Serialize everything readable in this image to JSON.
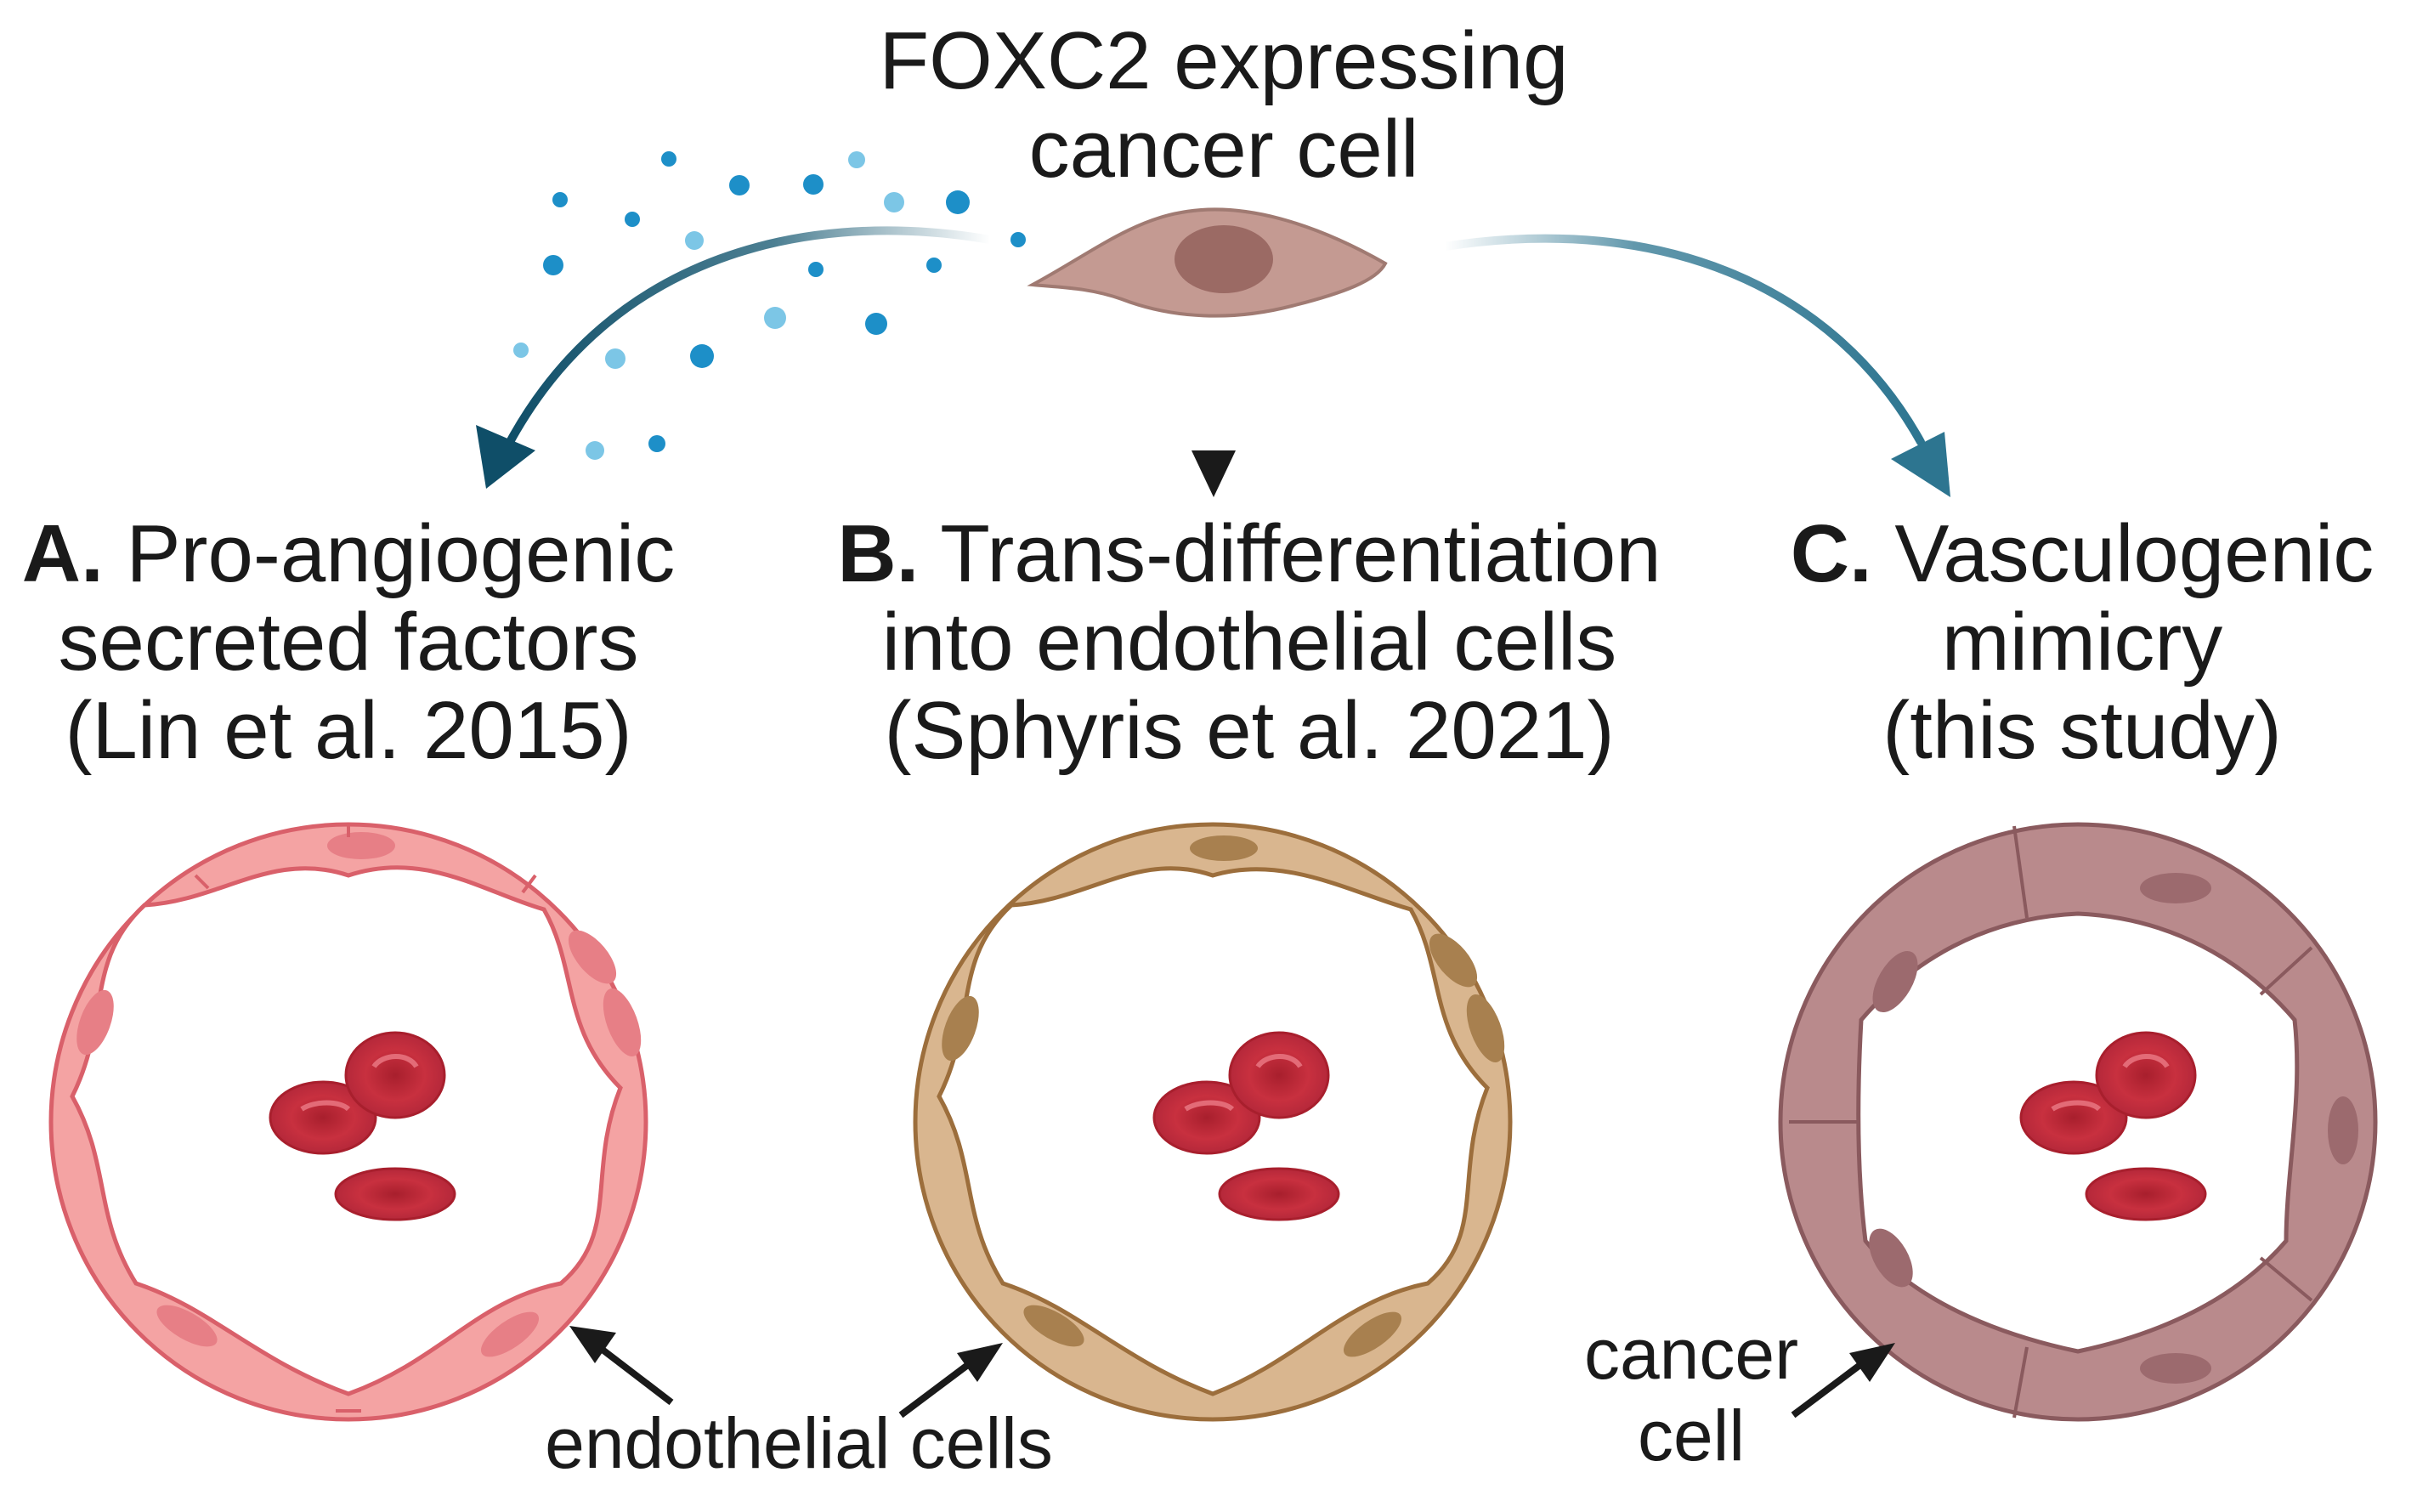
{
  "title": {
    "line1": "FOXC2 expressing",
    "line2": "cancer cell"
  },
  "panels": [
    {
      "letter": "A.",
      "line1": "Pro-angiogenic",
      "line2": "secreted factors",
      "line3": "(Lin et al. 2015)"
    },
    {
      "letter": "B.",
      "line1": "Trans-differentiation",
      "line2": "into endothelial cells",
      "line3": "(Sphyris et al. 2021)"
    },
    {
      "letter": "C.",
      "line1": "Vasculogenic",
      "line2": "mimicry",
      "line3": "(this study)"
    }
  ],
  "annotations": {
    "endothelial": "endothelial cells",
    "cancer_line1": "cancer",
    "cancer_line2": "cell"
  },
  "colors": {
    "vessel_a": "#f4a3a3",
    "vessel_a_border": "#d9606a",
    "vessel_b": "#d9b68f",
    "vessel_b_border": "#9c6e3c",
    "vessel_c": "#b98a8c",
    "vessel_c_border": "#8a5a5e",
    "cancer_cell": "#c49a92",
    "red_blood_cell": "#c8303f",
    "arrow_teal": "#1f5f77",
    "dots_blue": "#1d8fc8"
  }
}
